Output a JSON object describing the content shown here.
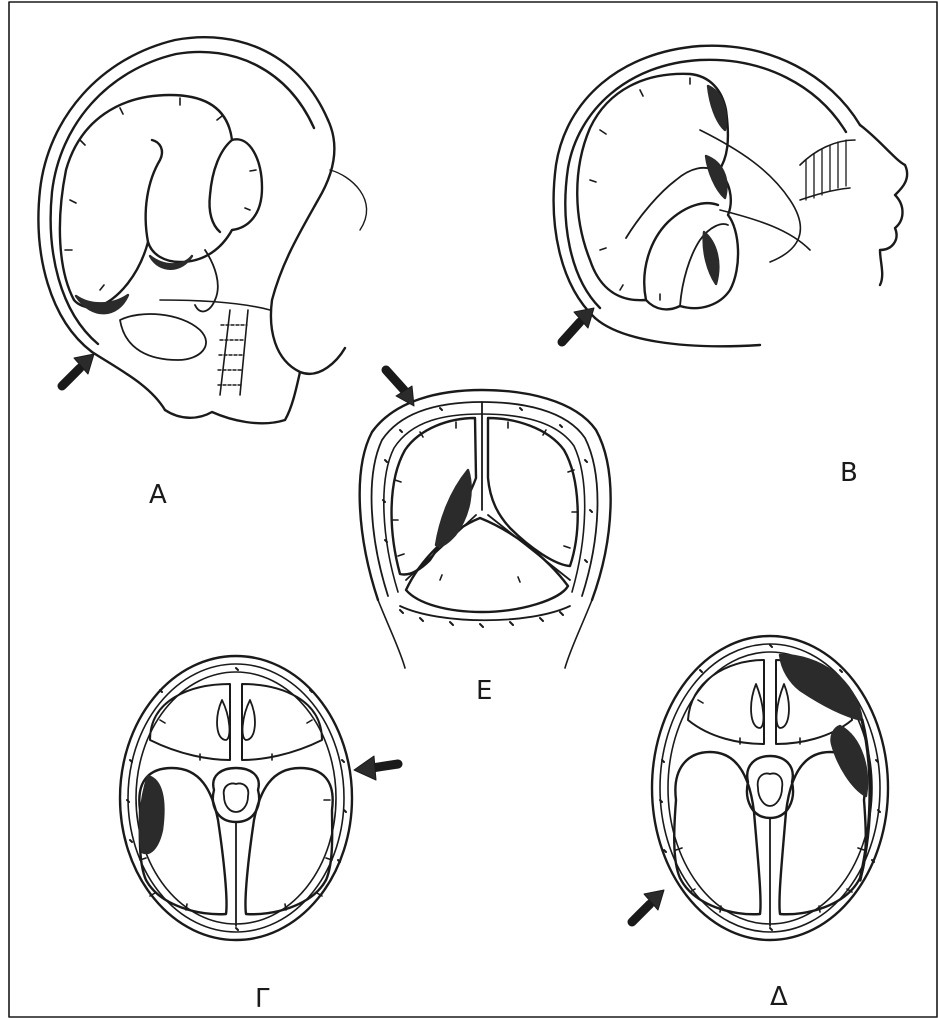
{
  "labels": {
    "a": "A",
    "b": "B",
    "e": "E",
    "g": "Γ",
    "d": "Δ"
  },
  "colors": {
    "ink": "#1a1a1a",
    "hematoma": "#2b2b2b",
    "paper": "#ffffff"
  }
}
